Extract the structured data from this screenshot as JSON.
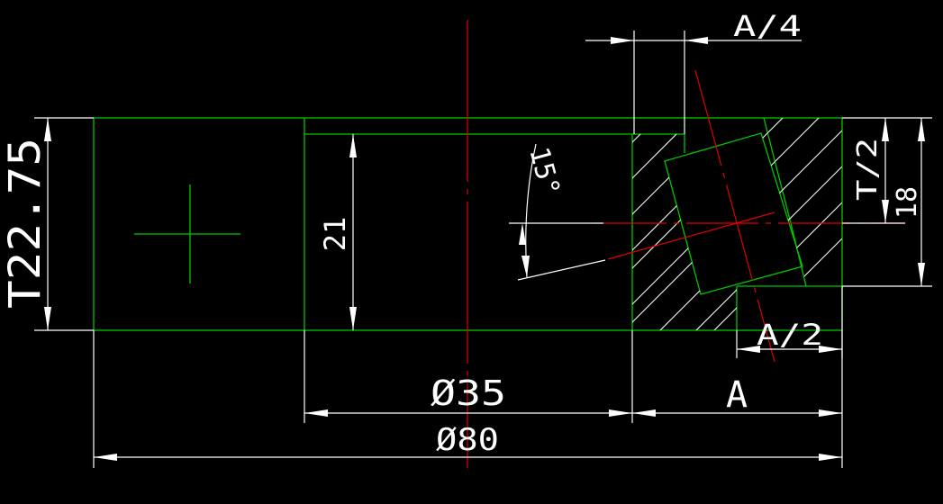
{
  "drawing": {
    "labels": {
      "width_quarter": "A/4",
      "t_half": "T/2",
      "height_18": "18",
      "total_t": "T22.75",
      "inner_21": "21",
      "angle_15": "15°",
      "width_half": "A/2",
      "dia_35": "Ø35",
      "width_a": "A",
      "dia_80": "Ø80"
    },
    "colors": {
      "background": "#000000",
      "outline": "#00c800",
      "centerline": "#e00000",
      "dimension": "#ffffff"
    }
  }
}
